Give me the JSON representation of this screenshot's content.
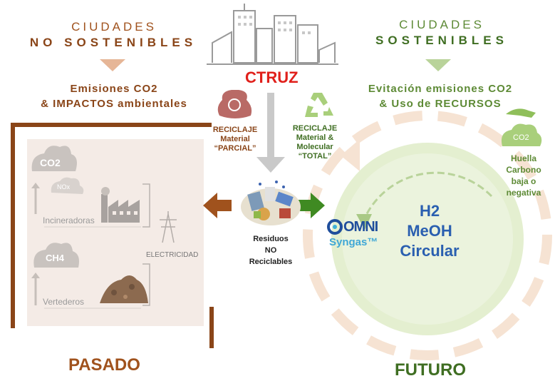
{
  "left": {
    "heading_line1": "CIUDADES",
    "heading_line2": "NO SOSTENIBLES",
    "sub_line1": "Emisiones CO2",
    "sub_line2": "& IMPACTOS ambientales",
    "bottom_label": "PASADO",
    "co2": "CO2",
    "nox": "NOx",
    "ch4": "CH4",
    "incineradoras": "Incineradoras",
    "vertederos": "Vertederos",
    "electricidad": "ELECTRICIDAD"
  },
  "right": {
    "heading_line1": "CIUDADES",
    "heading_line2": "SOSTENIBLES",
    "sub_line1": "Evitación emisiones CO2",
    "sub_line2": "& Uso de RECURSOS",
    "bottom_label": "FUTURO",
    "huella_co2": "CO2",
    "huella_lines": [
      "Huella",
      "Carbono",
      "baja o",
      "negativa"
    ],
    "h2": "H2",
    "meoh": "MeOH",
    "circular": "Circular"
  },
  "center": {
    "brand": "CTRUZ",
    "reciclaje_parcial": [
      "RECICLAJE",
      "Material",
      "“PARCIAL”"
    ],
    "reciclaje_total": [
      "RECICLAJE",
      "Material &",
      "Molecular",
      "“TOTAL”"
    ],
    "residuos": [
      "Residuos",
      "NO",
      "Reciclables"
    ]
  },
  "omni": {
    "name": "OMNI",
    "syngas": "Syngas™"
  },
  "colors": {
    "brown": "#8a4518",
    "green": "#5d8a35",
    "red": "#e0201b",
    "blue": "#2a5fb0"
  }
}
